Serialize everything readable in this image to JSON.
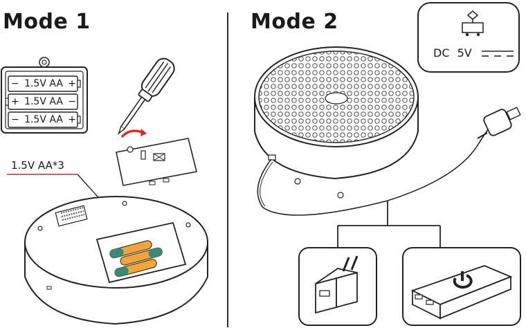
{
  "mode1": {
    "title": "Mode 1",
    "battery_holder": {
      "rows": [
        {
          "left": "−",
          "label": "1.5V AA",
          "right": "+"
        },
        {
          "left": "+",
          "label": "1.5V AA",
          "right": "−"
        },
        {
          "left": "−",
          "label": "1.5V AA",
          "right": "+"
        }
      ]
    },
    "callout_label": "1.5V AA*3"
  },
  "mode2": {
    "title": "Mode 2",
    "power_box": {
      "dc_label": "DC",
      "voltage": "5V"
    }
  },
  "colors": {
    "line": "#1a1a1a",
    "callout": "#c0282d",
    "battery_orange": "#f2a33a",
    "battery_teal": "#3a8a7a",
    "arrow_red": "#d42a2a"
  }
}
